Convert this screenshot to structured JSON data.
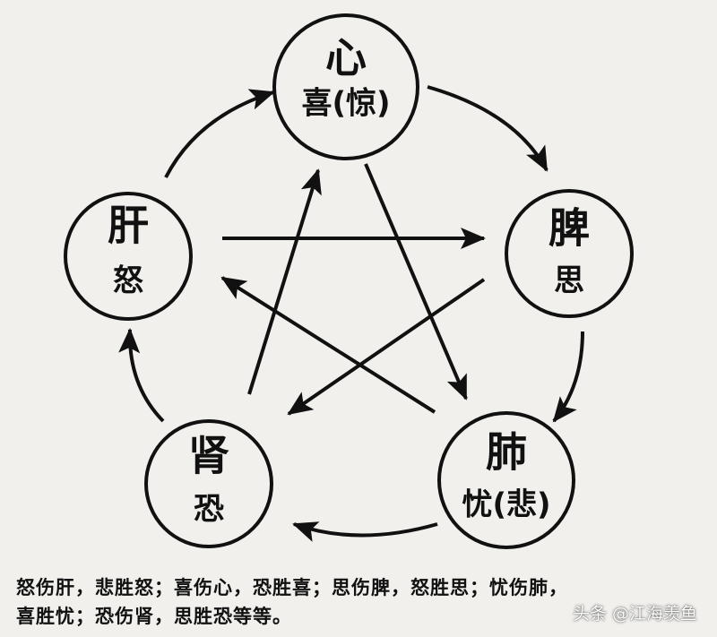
{
  "nodes": {
    "heart": {
      "organ": "心",
      "emotion": "喜(惊)"
    },
    "spleen": {
      "organ": "脾",
      "emotion": "思"
    },
    "lung": {
      "organ": "肺",
      "emotion": "忧(悲)"
    },
    "kidney": {
      "organ": "肾",
      "emotion": "恐"
    },
    "liver": {
      "organ": "肝",
      "emotion": "怒"
    }
  },
  "caption": {
    "line1": "怒伤肝，悲胜怒；喜伤心，恐胜喜；思伤脾，怒胜思；忧伤肺，",
    "line2": "喜胜忧；恐伤肾，思胜恐等等。"
  },
  "watermark": "头条 @江海羡鱼",
  "colors": {
    "ink": "#111111",
    "background": "#f1f0ec"
  }
}
